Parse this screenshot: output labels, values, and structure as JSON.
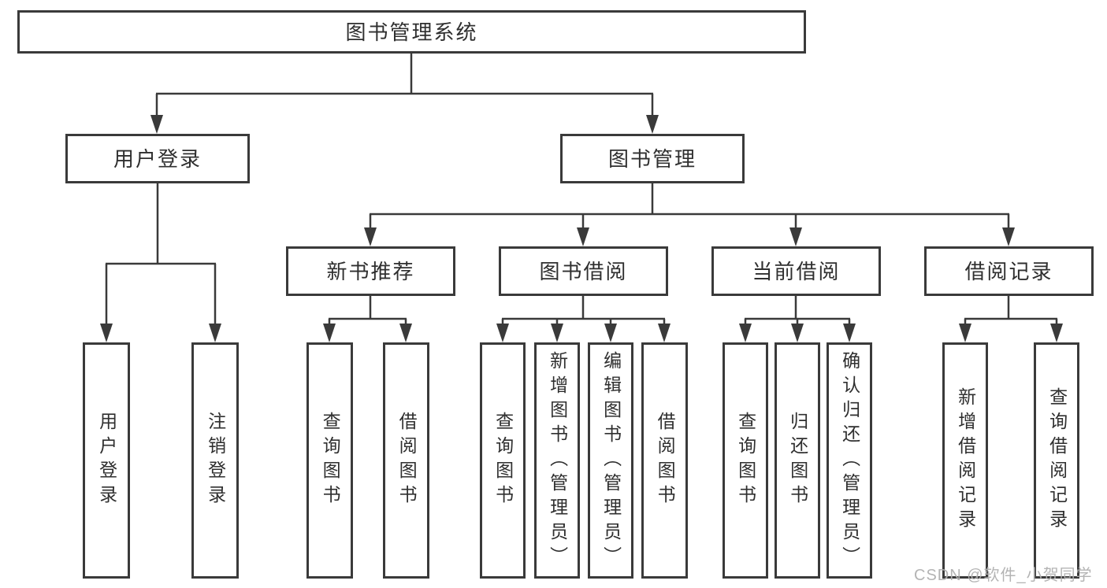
{
  "diagram": {
    "watermark": "CSDN @软件_小贺同学",
    "colors": {
      "line": "#3a3a3a",
      "text": "#2f2f2f",
      "watermark": "#b0b0b0",
      "background": "#ffffff"
    },
    "tree": {
      "label": "图书管理系统",
      "children": [
        {
          "label": "用户登录",
          "children": [
            {
              "label": "用户登录"
            },
            {
              "label": "注销登录"
            }
          ]
        },
        {
          "label": "图书管理",
          "children": [
            {
              "label": "新书推荐",
              "children": [
                {
                  "label": "查询图书"
                },
                {
                  "label": "借阅图书"
                }
              ]
            },
            {
              "label": "图书借阅",
              "children": [
                {
                  "label": "查询图书"
                },
                {
                  "label": "新增图书（管理员）"
                },
                {
                  "label": "编辑图书（管理员）"
                },
                {
                  "label": "借阅图书"
                }
              ]
            },
            {
              "label": "当前借阅",
              "children": [
                {
                  "label": "查询图书"
                },
                {
                  "label": "归还图书"
                },
                {
                  "label": "确认归还（管理员）"
                }
              ]
            },
            {
              "label": "借阅记录",
              "children": [
                {
                  "label": "新增借阅记录"
                },
                {
                  "label": "查询借阅记录"
                }
              ]
            }
          ]
        }
      ]
    }
  }
}
